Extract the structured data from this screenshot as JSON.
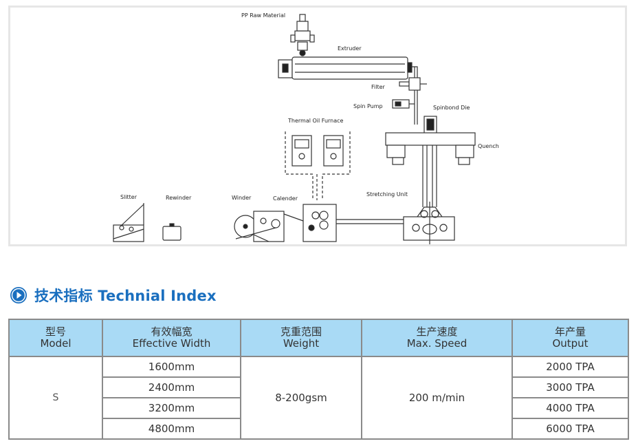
{
  "diagram": {
    "labels": {
      "raw_material": "PP Raw Material",
      "extruder": "Extruder",
      "filter": "Filter",
      "spin_pump": "Spin Pump",
      "spinbond_die": "Spinbond Die",
      "quench": "Quench",
      "thermal_oil_furnace": "Thermal Oil Furnace",
      "stretching_unit": "Stretching Unit",
      "slitter": "Slitter",
      "rewinder": "Rewinder",
      "winder": "Winder",
      "calender": "Calender"
    }
  },
  "section": {
    "heading": "技术指标 Technial Index"
  },
  "table": {
    "headers": [
      {
        "cn": "型号",
        "en": "Model"
      },
      {
        "cn": "有效幅宽",
        "en": "Effective Width"
      },
      {
        "cn": "克重范围",
        "en": "Weight"
      },
      {
        "cn": "生产速度",
        "en": "Max. Speed"
      },
      {
        "cn": "年产量",
        "en": "Output"
      }
    ],
    "model": "S",
    "widths": [
      "1600mm",
      "2400mm",
      "3200mm",
      "4800mm"
    ],
    "weight": "8-200gsm",
    "speed": "200 m/min",
    "outputs": [
      "2000 TPA",
      "3000 TPA",
      "4000 TPA",
      "6000 TPA"
    ]
  }
}
